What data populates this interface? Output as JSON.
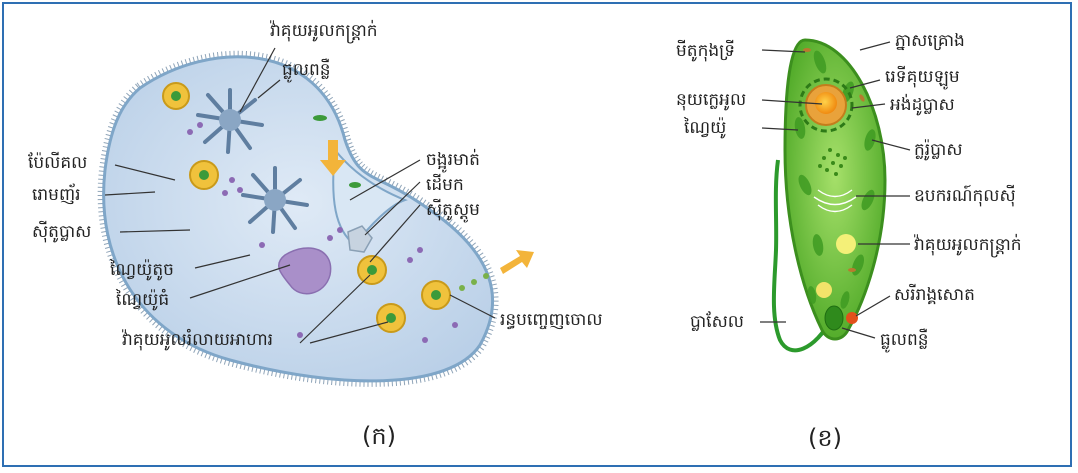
{
  "panel_a": {
    "caption": "(ក)",
    "labels": {
      "contractile_vacuole": "វ៉ាគុយអូលកន្ត្រាក់",
      "macronucleus_top": "ធ្លូលពន្លឺ",
      "oral_groove": "ចង្អូរមាត់",
      "gullet": "ដើមក",
      "cytostome": "ស៊ីតូស្តូម",
      "pellicle": "ប៉ែលីគល",
      "cilia": "រោមញ័រ",
      "cytoplasm": "ស៊ីតូប្លាស",
      "micronucleus": "ណ្វៃយ៉ូតូច",
      "macronucleus": "ណ្វៃយ៉ូធំ",
      "food_vacuole": "វ៉ាគុយអូលរំលាយអាហារ",
      "anal_pore": "រន្ធបញ្ចេញចោល"
    }
  },
  "panel_b": {
    "caption": "(ខ)",
    "labels": {
      "mitochondria": "មីតូកុងទ្រី",
      "pellicle": "ភ្នាសគ្រោង",
      "nucleolus": "នុយក្លេអូល",
      "nucleus": "ណ្វៃយ៉ូ",
      "er": "រេទីគុយឡូម",
      "organelle": "អង់ដូប្លាស",
      "chloroplast": "ក្លរ៉ូប្លាស",
      "golgi": "ឧបករណ៍កុលស៊ី",
      "contractile_vacuole": "វ៉ាគុយអូលកន្ត្រាក់",
      "eyespot": "សរីរាង្គសោត",
      "flagellum": "ប្លាសែល",
      "reservoir": "ធ្លូលពន្លឺ"
    }
  },
  "colors": {
    "paramecium_body": "#c9dcef",
    "paramecium_edge": "#7fa6c8",
    "euglena_body": "#6cc83a",
    "euglena_edge": "#3c8f1e",
    "food_vacuole": "#f0c23c",
    "arrow": "#f3b43a",
    "frame": "#2e6fb3"
  }
}
